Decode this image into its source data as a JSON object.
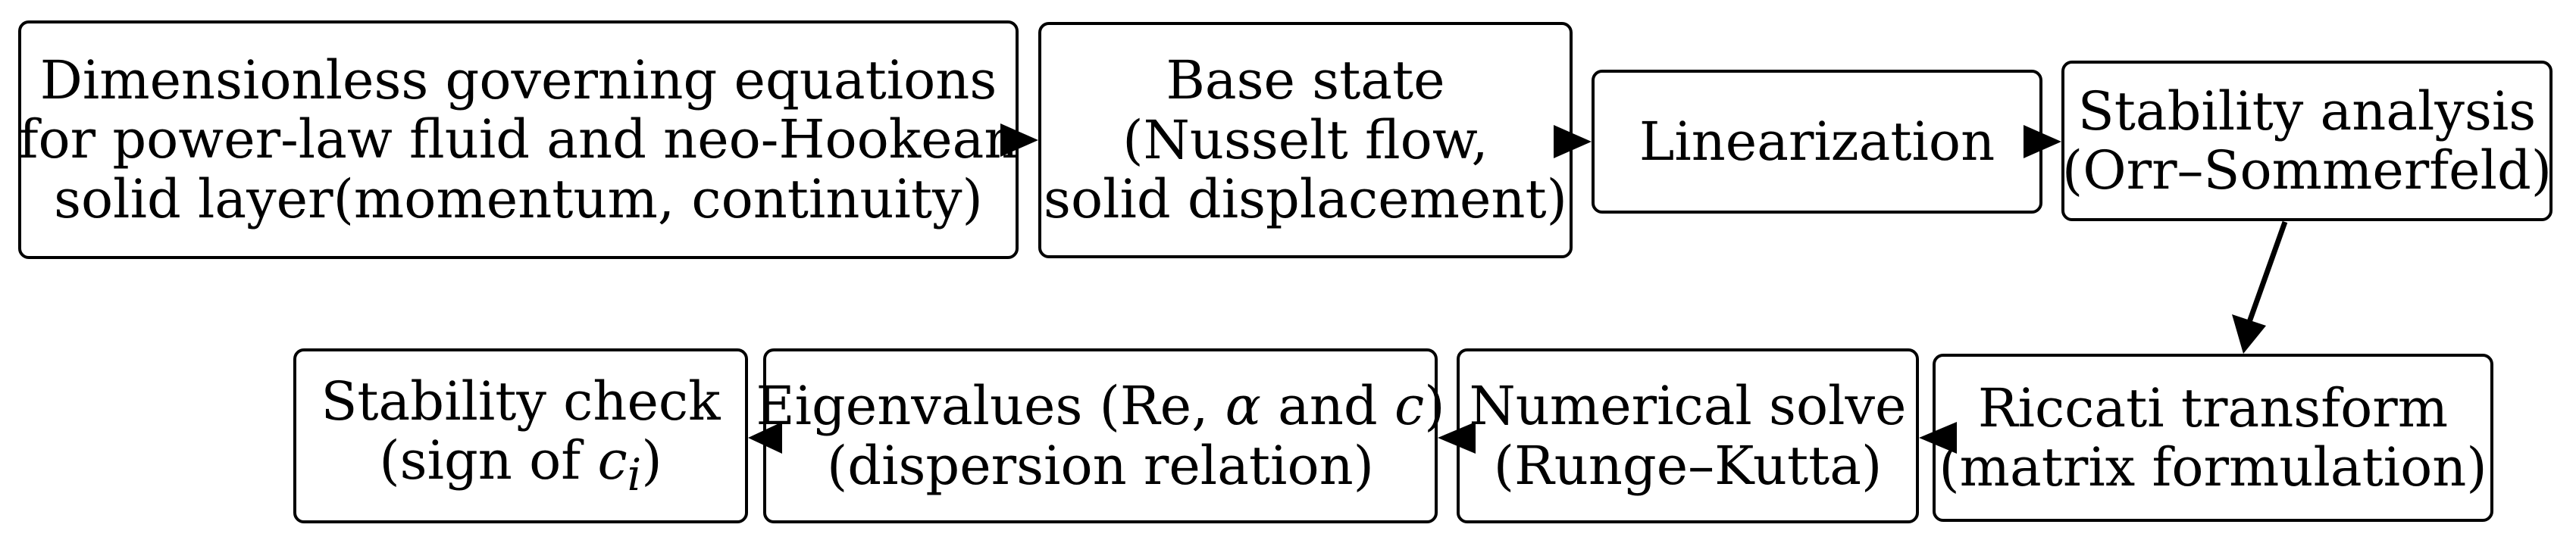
{
  "boxes": [
    {
      "id": "b1",
      "lines": [
        "Dimensionless governing equations",
        "for power-law fluid and neo-Hookean",
        "solid layer(momentum, continuity)"
      ]
    },
    {
      "id": "b2",
      "lines": [
        "Base state",
        "(Nusselt flow,",
        "solid displacement)"
      ]
    },
    {
      "id": "b3",
      "lines": [
        "Linearization"
      ]
    },
    {
      "id": "b4",
      "lines": [
        "Stability analysis",
        "(Orr–Sommerfeld)"
      ]
    },
    {
      "id": "b5",
      "lines": [
        "Riccati transform",
        "(matrix formulation)"
      ]
    },
    {
      "id": "b6",
      "lines": [
        "Numerical solve",
        "(Runge–Kutta)"
      ]
    },
    {
      "id": "b7",
      "line1_parts": {
        "a": "Eigenvalues (Re, ",
        "alpha": "α",
        "b": " and ",
        "c": "c",
        "d": ")"
      },
      "line2": "(dispersion relation)"
    },
    {
      "id": "b8",
      "line1": "Stability check",
      "line2_parts": {
        "a": "(sign of ",
        "c": "c",
        "sub": "i",
        "d": ")"
      }
    }
  ]
}
